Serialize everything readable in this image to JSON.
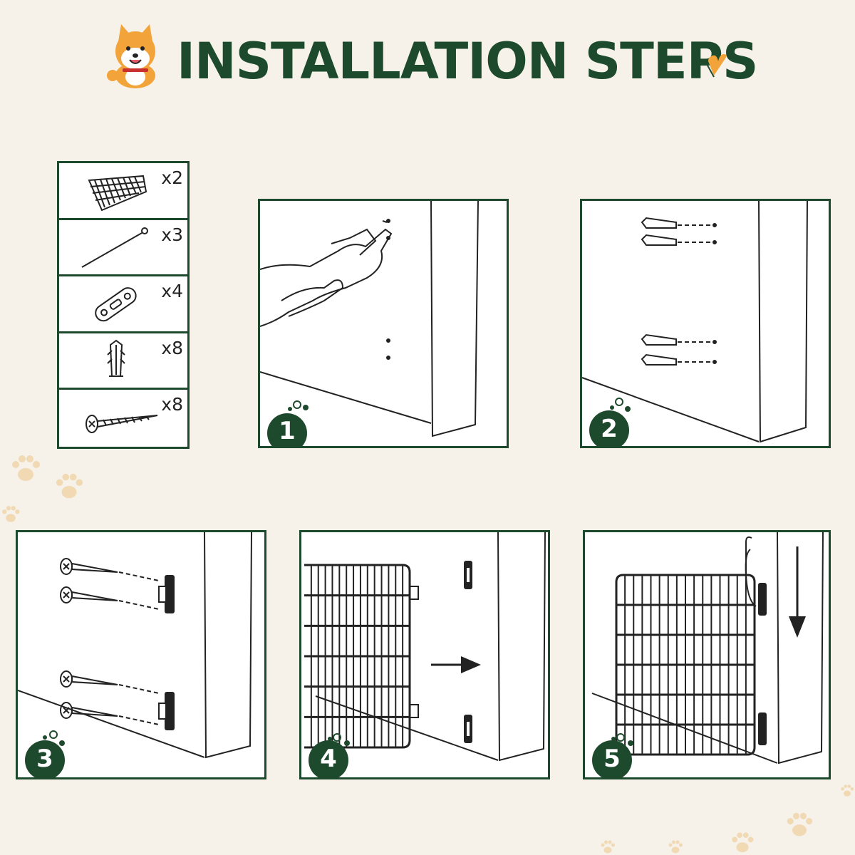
{
  "header": {
    "title": "INSTALLATION STEPS"
  },
  "parts": [
    {
      "name": "gate-panel",
      "qty": "x2"
    },
    {
      "name": "hook-rod",
      "qty": "x3"
    },
    {
      "name": "bracket-plate",
      "qty": "x4"
    },
    {
      "name": "wall-anchor",
      "qty": "x8"
    },
    {
      "name": "screw",
      "qty": "x8"
    }
  ],
  "steps": [
    {
      "number": "1"
    },
    {
      "number": "2"
    },
    {
      "number": "3"
    },
    {
      "number": "4"
    },
    {
      "number": "5"
    }
  ],
  "colors": {
    "brand_green": "#1d4a2d",
    "background": "#f6f2ea",
    "paw": "#f1d9b4",
    "accent_orange": "#f2a33a"
  }
}
